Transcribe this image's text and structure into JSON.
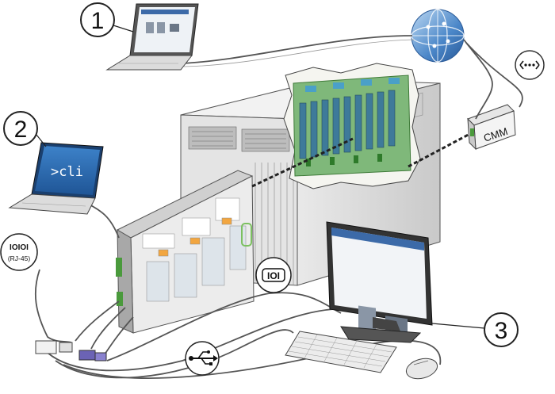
{
  "callouts": {
    "one": "1",
    "two": "2",
    "three": "3"
  },
  "laptop_cli": {
    "screen_text": ">cli"
  },
  "cmm": {
    "label": "CMM"
  },
  "ethernet": {
    "symbol": "IOIOI",
    "sub_label": "(RJ-45)"
  },
  "video": {
    "symbol": "IOI"
  },
  "colors": {
    "board_green": "#4a9a3c",
    "globe_blue": "#4a86c8",
    "cli_blue": "#2f6fb5",
    "chassis_gray": "#d9d9d9",
    "vga_blue": "#6b63b5"
  },
  "icons": [
    "globe-icon",
    "network-dots-icon",
    "usb-icon",
    "ethernet-icon",
    "video-port-icon"
  ]
}
